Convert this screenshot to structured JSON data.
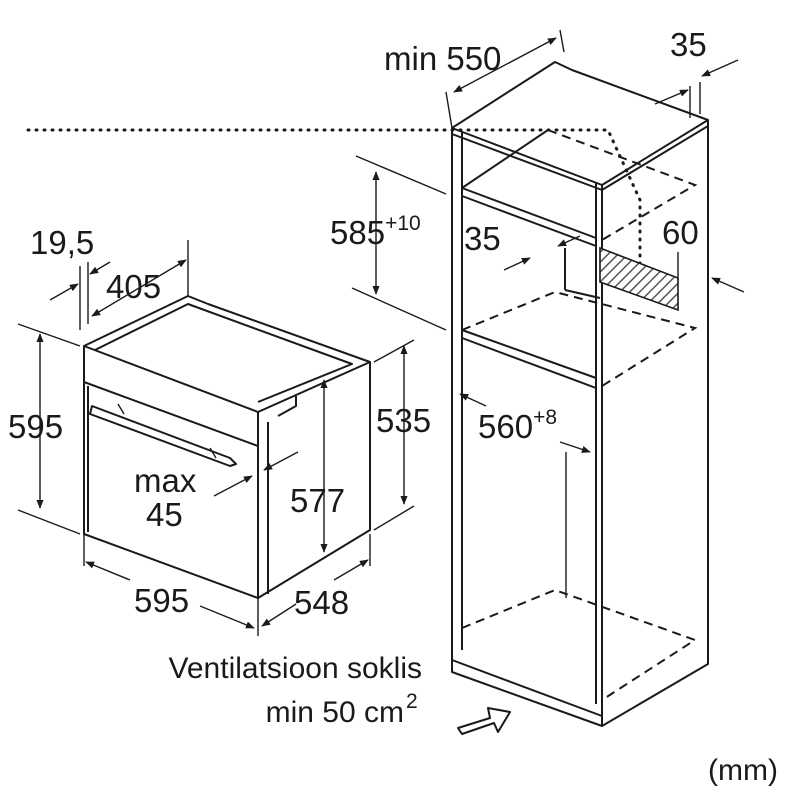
{
  "colors": {
    "ink": "#1a1a1a",
    "background": "#ffffff",
    "hatch": "#555555"
  },
  "labels": {
    "min550": "min 550",
    "d35_top": "35",
    "d585": "585",
    "d585_sup": "+10",
    "d35_inner": "35",
    "d60": "60",
    "d560": "560",
    "d560_sup": "+8",
    "d19_5": "19,5",
    "d405": "405",
    "d595_h": "595",
    "d535": "535",
    "d577": "577",
    "max45_line1": "max",
    "max45_line2": "45",
    "d595_w": "595",
    "d548": "548",
    "vent_line1": "Ventilatsioon soklis",
    "vent_line2": "min 50 cm",
    "vent_sup": "2",
    "units": "(mm)"
  }
}
